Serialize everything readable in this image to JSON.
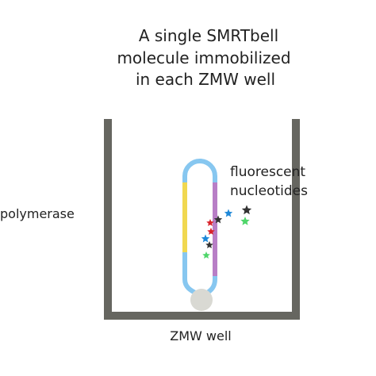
{
  "title": {
    "lines": [
      "A single SMRTbell",
      "molecule immobilized",
      "in each ZMW well"
    ]
  },
  "labels": {
    "fluorescent": [
      "fluorescent",
      "nucleotides"
    ],
    "polymerase": "polymerase",
    "well": "ZMW well"
  },
  "colors": {
    "well_wall": "#666660",
    "hairpin": "#87c7f0",
    "strand_left": "#f1d850",
    "strand_right": "#b87ec6",
    "polymerase": "#d9d9d3",
    "star_red": "#d9232b",
    "star_blue": "#1e88d8",
    "star_black": "#333333",
    "star_green": "#4fd66a"
  },
  "stars": [
    "black",
    "red",
    "blue",
    "black",
    "green",
    "red",
    "blue",
    "black",
    "green"
  ]
}
